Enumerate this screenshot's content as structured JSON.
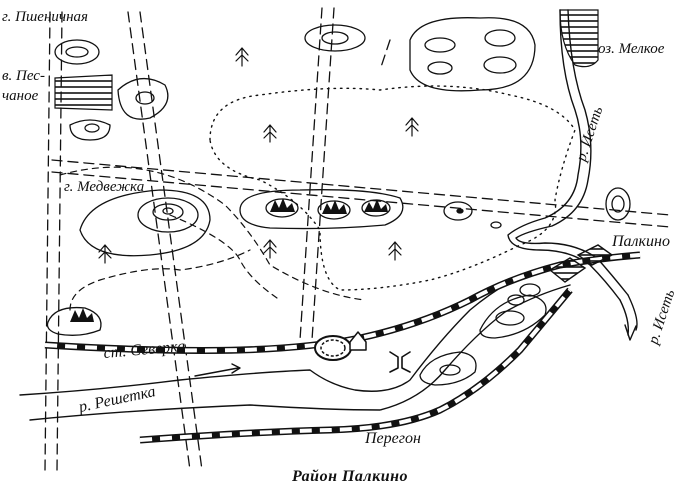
{
  "map": {
    "caption": "Район Палкино",
    "labels": {
      "hill_pshenichnaya": "г. Пшеничная",
      "height_pes_line1": "в. Пес-",
      "height_pes_line2": "чаное",
      "hill_medvezhka": "г. Медвежка",
      "lake_melkoe": "оз. Мелкое",
      "river_iset_north": "р. Исеть",
      "river_iset_south": "р. Исеть",
      "village_palkino": "Палкино",
      "station_severka": "ст. Северка",
      "river_reshetka": "р. Решетка",
      "peregon": "Перегон"
    }
  }
}
